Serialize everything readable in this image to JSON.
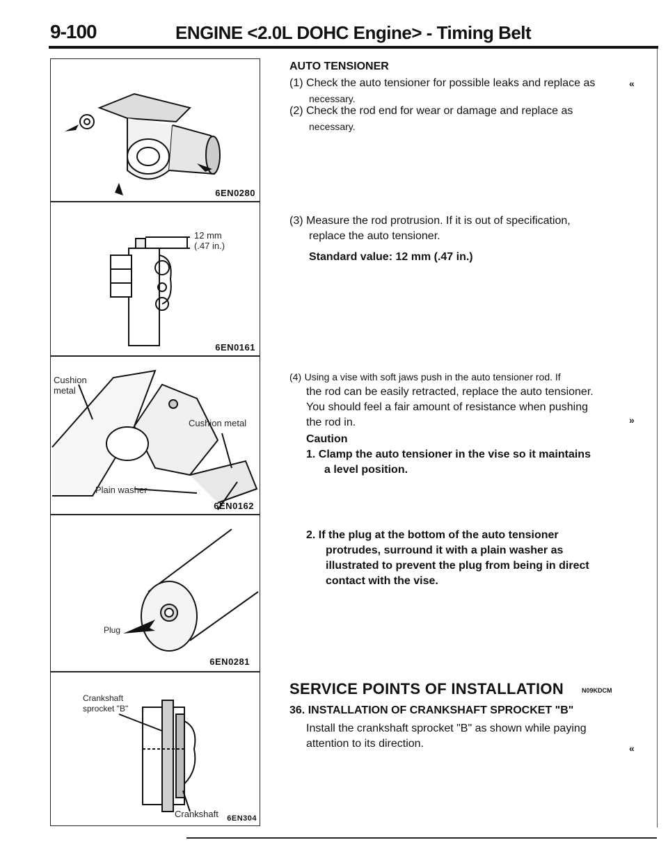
{
  "header": {
    "page_number": "9-100",
    "title": "ENGINE <2.0L DOHC Engine> - Timing Belt"
  },
  "figures": [
    {
      "code": "6EN0280",
      "labels": []
    },
    {
      "code": "6EN0161",
      "labels": [
        "12 mm",
        "(.47 in.)"
      ]
    },
    {
      "code": "6EN0162",
      "labels": [
        "Cushion",
        "metal",
        "Cushion metal",
        "Plain washer"
      ]
    },
    {
      "code": "6EN0281",
      "labels": [
        "Plug"
      ]
    },
    {
      "code": "6EN304",
      "labels": [
        "Crankshaft",
        "sprocket \"B\"",
        "Crankshaft"
      ]
    }
  ],
  "auto_tensioner": {
    "heading": "AUTO TENSIONER",
    "step1": {
      "num": "(1)",
      "line1": "Check the auto tensioner for possible leaks and replace as",
      "line2": "necessary."
    },
    "step2": {
      "line1": "(2) Check the rod end for wear or damage and replace as",
      "line2": "necessary."
    },
    "step3": {
      "line1": "(3) Measure the rod protrusion. If it is out of specification,",
      "line2": "replace the auto tensioner.",
      "standard": "Standard value: 12 mm (.47 in.)"
    },
    "step4": {
      "num": "(4)",
      "line1": "Using a vise with soft jaws push in the auto tensioner rod. If",
      "line2": "the rod can be easily retracted, replace the auto tensioner.",
      "line3": "You should feel a fair amount of resistance when pushing",
      "line4": "the rod in.",
      "caution_label": "Caution",
      "caution1_line1": "1. Clamp the auto tensioner in the vise so it maintains",
      "caution1_line2": "a level position.",
      "caution2_line1": "2. If the plug at the bottom of the auto tensioner",
      "caution2_line2": "protrudes, surround it with a plain washer as",
      "caution2_line3": "illustrated to prevent the plug from being in direct",
      "caution2_line4": "contact with the vise."
    }
  },
  "service_points": {
    "title": "SERVICE POINTS OF INSTALLATION",
    "code": "N09KDCM",
    "item_heading": "36. INSTALLATION OF CRANKSHAFT SPROCKET \"B\"",
    "line1": "Install the crankshaft sprocket \"B\" as shown while paying",
    "line2": "attention to its direction."
  },
  "margin_marks": [
    "«",
    "»",
    "«"
  ]
}
